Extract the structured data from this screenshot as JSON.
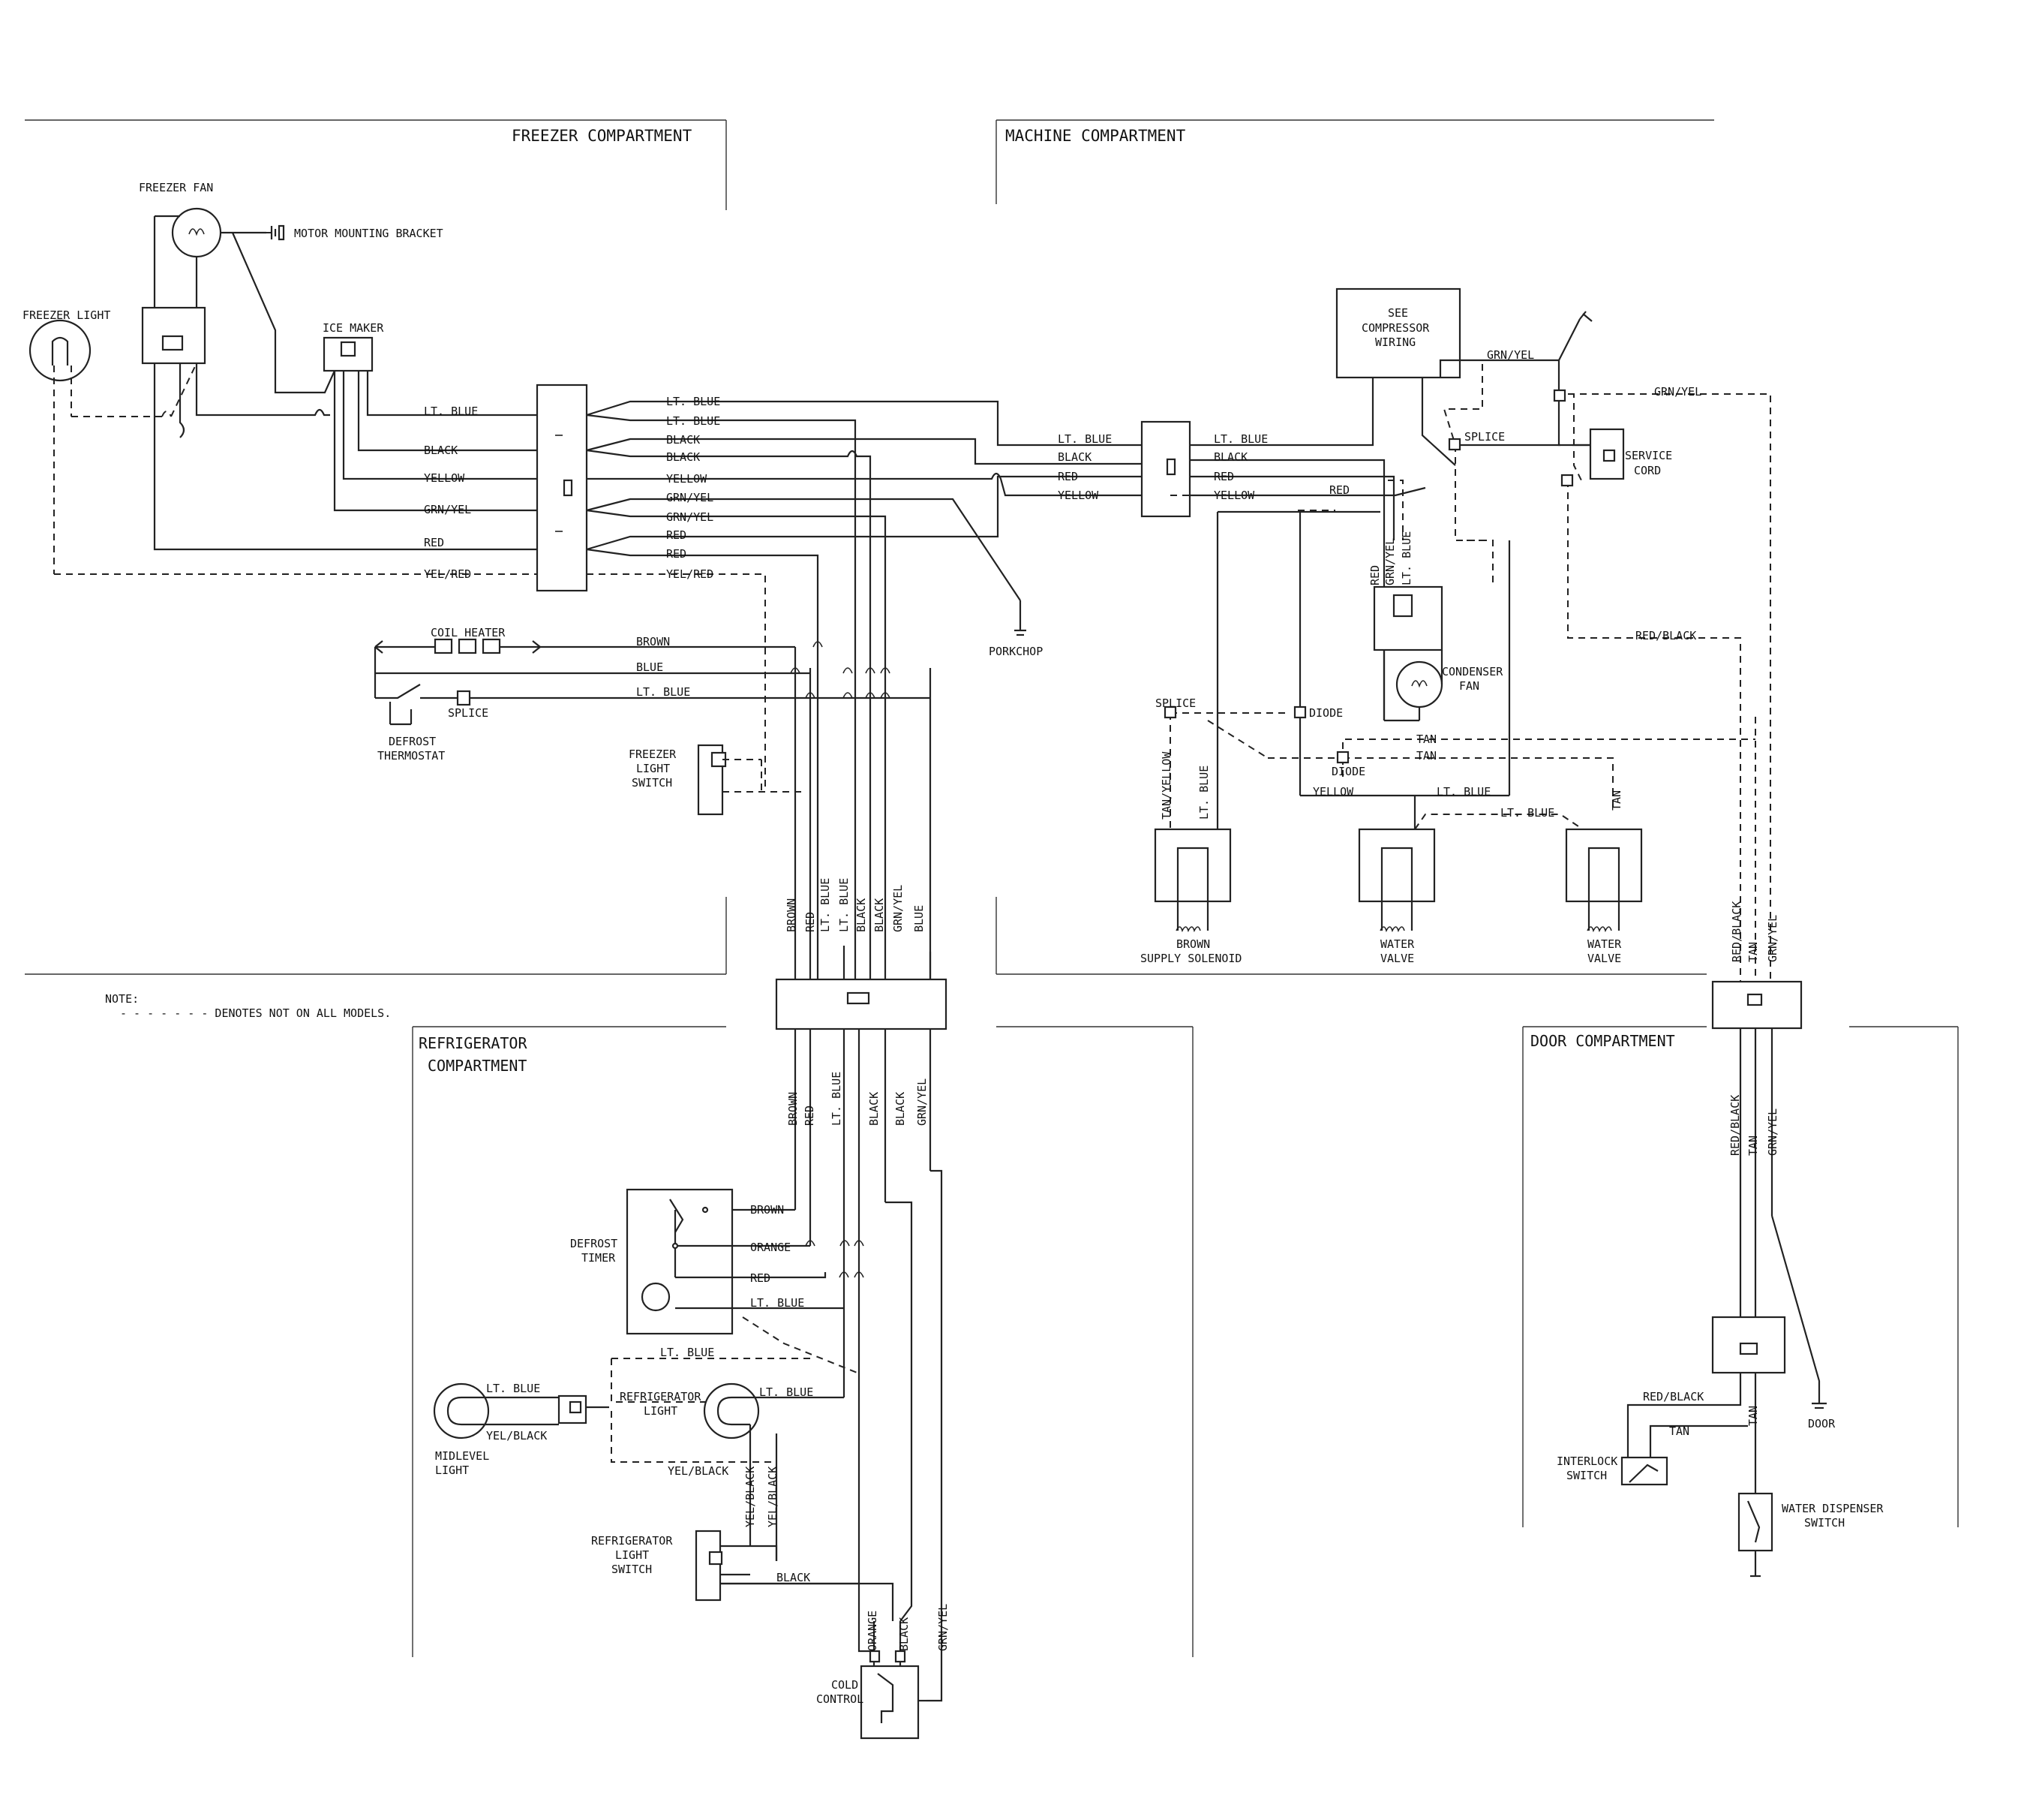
{
  "compartments": {
    "freezer": "FREEZER COMPARTMENT",
    "machine": "MACHINE COMPARTMENT",
    "refrigerator_1": "REFRIGERATOR",
    "refrigerator_2": "COMPARTMENT",
    "door": "DOOR COMPARTMENT"
  },
  "note": {
    "title": "NOTE:",
    "text": "- - - - - - - DENOTES NOT ON ALL MODELS."
  },
  "components": {
    "freezer_fan": "FREEZER FAN",
    "motor_mounting_bracket": "MOTOR MOUNTING BRACKET",
    "freezer_light": "FREEZER LIGHT",
    "ice_maker": "ICE MAKER",
    "coil_heater": "COIL HEATER",
    "splice": "SPLICE",
    "defrost_thermostat_1": "DEFROST",
    "defrost_thermostat_2": "THERMOSTAT",
    "freezer_light_switch_1": "FREEZER",
    "freezer_light_switch_2": "LIGHT",
    "freezer_light_switch_3": "SWITCH",
    "porkchop": "PORKCHOP",
    "compressor_1": "SEE",
    "compressor_2": "COMPRESSOR",
    "compressor_3": "WIRING",
    "service_cord_1": "SERVICE",
    "service_cord_2": "CORD",
    "condenser_fan_1": "CONDENSER",
    "condenser_fan_2": "FAN",
    "diode": "DIODE",
    "supply_solenoid_1": "BROWN",
    "supply_solenoid_2": "SUPPLY SOLENOID",
    "water_valve_1": "WATER",
    "water_valve_2": "VALVE",
    "defrost_timer_1": "DEFROST",
    "defrost_timer_2": "TIMER",
    "midlevel_light_1": "MIDLEVEL",
    "midlevel_light_2": "LIGHT",
    "refrigerator_light_1": "REFRIGERATOR",
    "refrigerator_light_2": "LIGHT",
    "refrigerator_light_switch_1": "REFRIGERATOR",
    "refrigerator_light_switch_2": "LIGHT",
    "refrigerator_light_switch_3": "SWITCH",
    "cold_control_1": "COLD",
    "cold_control_2": "CONTROL",
    "interlock_switch_1": "INTERLOCK",
    "interlock_switch_2": "SWITCH",
    "water_dispenser_switch_1": "WATER DISPENSER",
    "water_dispenser_switch_2": "SWITCH",
    "door": "DOOR"
  },
  "wires": {
    "lt_blue": "LT. BLUE",
    "black": "BLACK",
    "yellow": "YELLOW",
    "grn_yel": "GRN/YEL",
    "red": "RED",
    "yel_red": "YEL/RED",
    "brown": "BROWN",
    "blue": "BLUE",
    "tan": "TAN",
    "tan_yellow": "TAN/YELLOW",
    "red_black": "RED/BLACK",
    "orange": "ORANGE",
    "yel_black": "YEL/BLACK"
  }
}
